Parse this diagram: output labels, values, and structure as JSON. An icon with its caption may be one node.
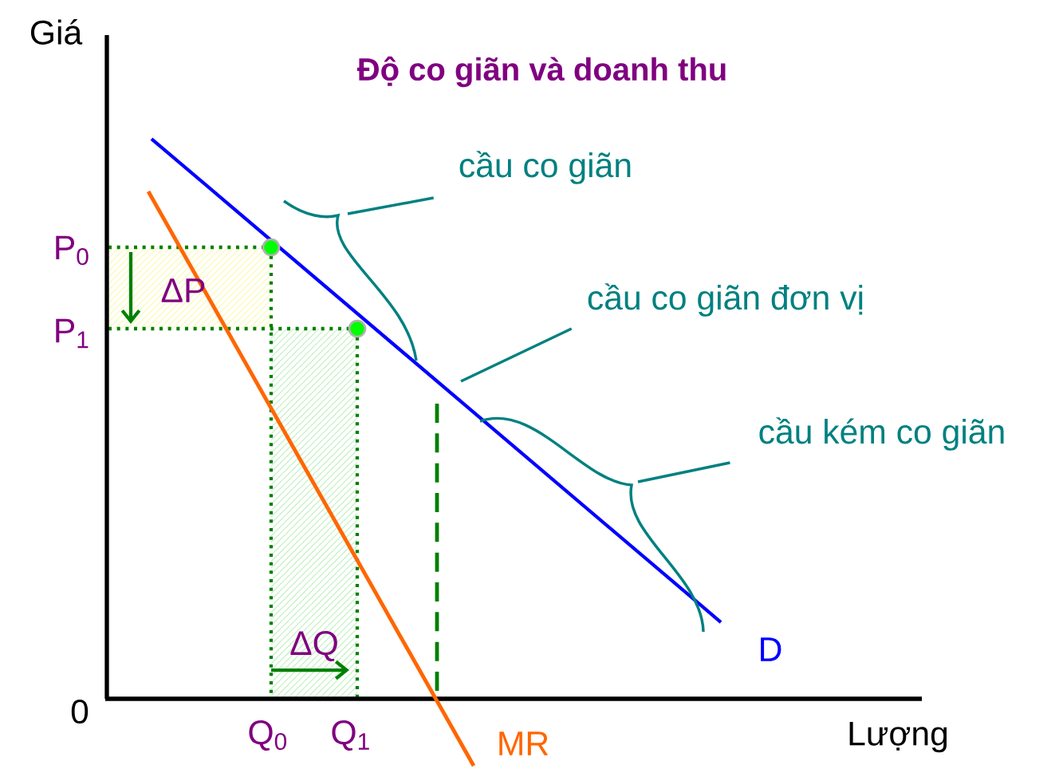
{
  "diagram": {
    "title": "Độ co giãn và doanh thu",
    "nodes": [
      {
        "text": [
          "cầu co giãn"
        ]
      },
      {
        "text": [
          "cầu co giãn đơn vị"
        ]
      },
      {
        "text": [
          "cầu kém co giãn"
        ]
      }
    ],
    "edges": [
      {
        "from": 0,
        "to": null,
        "arrow": "none"
      },
      {
        "from": 1,
        "to": null,
        "arrow": "none"
      },
      {
        "from": 2,
        "to": null,
        "arrow": "none"
      }
    ],
    "labels": [
      "Giá",
      "P$_{0}$",
      "ΔP",
      "P$_{1}$",
      "ΔQ",
      "D",
      "0",
      "Q$_{0}$",
      "Q$_{1}$",
      "MR",
      "Lượng"
    ]
  }
}
